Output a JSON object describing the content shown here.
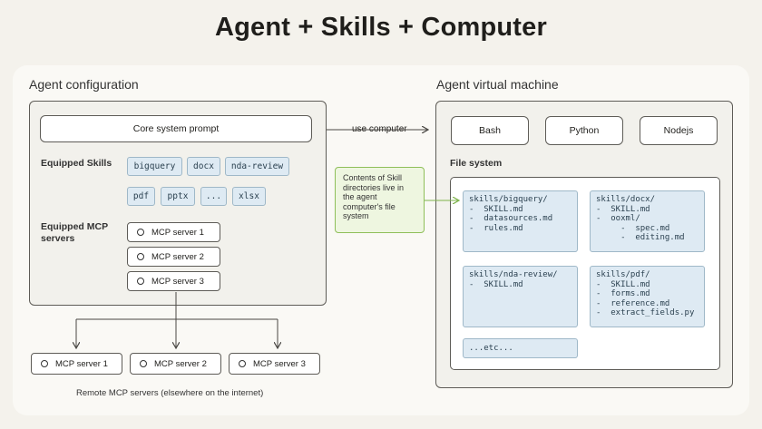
{
  "title": "Agent + Skills + Computer",
  "agent_config": {
    "label": "Agent configuration",
    "core_prompt": "Core system prompt",
    "equipped_skills_label": "Equipped Skills",
    "skills": [
      "bigquery",
      "docx",
      "nda-review",
      "pdf",
      "pptx",
      "...",
      "xlsx"
    ],
    "equipped_mcp_label": "Equipped MCP servers",
    "mcp_servers": [
      "MCP server 1",
      "MCP server 2",
      "MCP server 3"
    ]
  },
  "arrow_label": "use computer",
  "note": "Contents of Skill directories live in the agent computer's file system",
  "vm": {
    "label": "Agent virtual machine",
    "runtimes": [
      "Bash",
      "Python",
      "Nodejs"
    ],
    "fs_label": "File system",
    "dirs": [
      "skills/bigquery/\n-  SKILL.md\n-  datasources.md\n-  rules.md",
      "skills/docx/\n-  SKILL.md\n-  ooxml/\n     -  spec.md\n     -  editing.md",
      "skills/nda-review/\n-  SKILL.md",
      "skills/pdf/\n-  SKILL.md\n-  forms.md\n-  reference.md\n-  extract_fields.py",
      "...etc..."
    ]
  },
  "remote": {
    "servers": [
      "MCP server 1",
      "MCP server 2",
      "MCP server 3"
    ],
    "label": "Remote MCP servers (elsewhere on the internet)"
  },
  "colors": {
    "background": "#f4f2ec",
    "panel": "#faf9f5",
    "skill_fill": "#deeaf3",
    "note_fill": "#eef6e0",
    "note_border": "#8fbf5a"
  }
}
